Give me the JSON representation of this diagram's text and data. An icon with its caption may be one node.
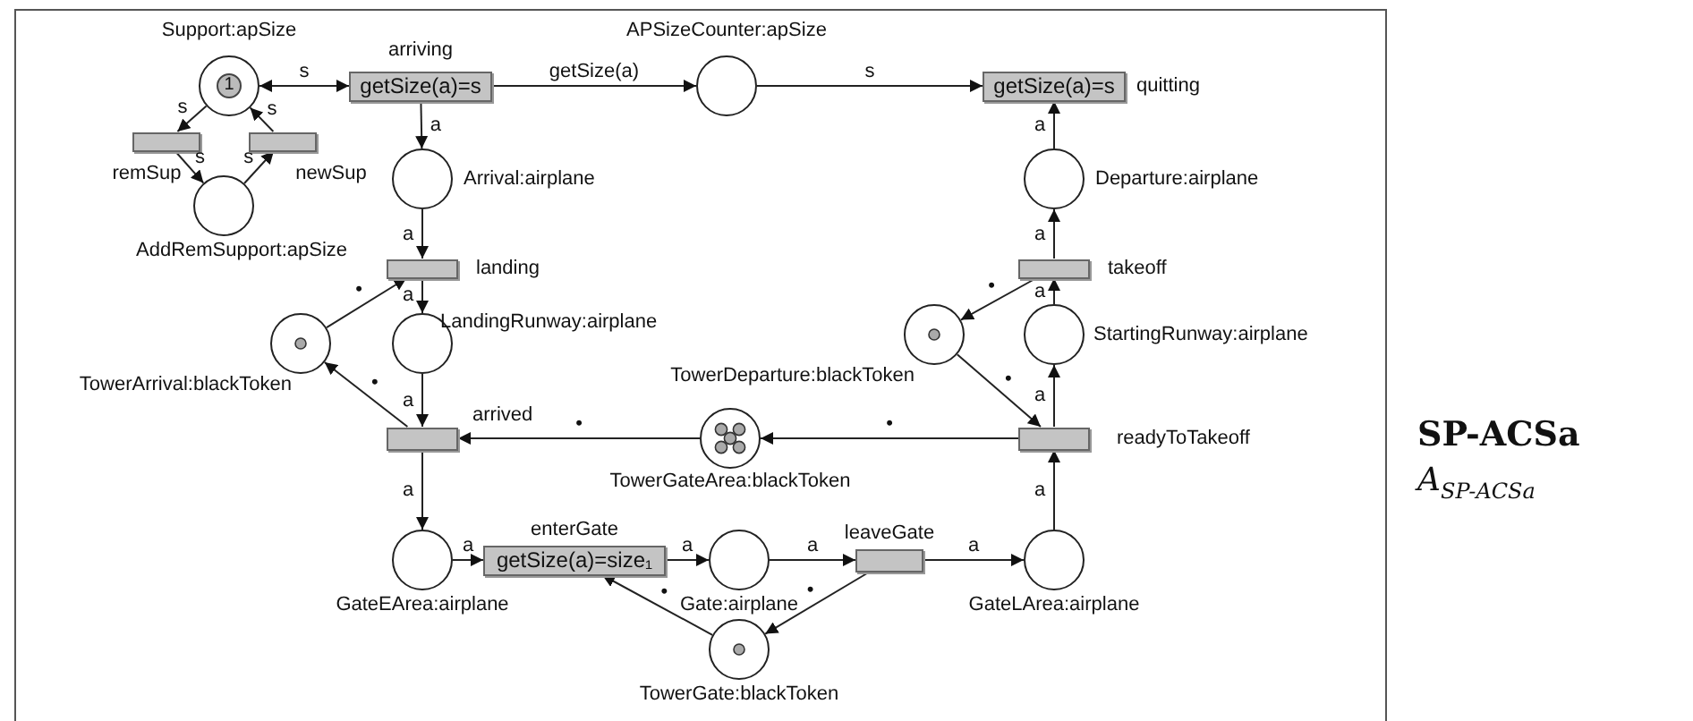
{
  "diagram": {
    "nodes": [
      {
        "text": [
          "1"
        ],
        "beside": [
          "Support:apSize"
        ]
      },
      {
        "text": [
          "getSize(a)=s"
        ],
        "beside": [
          "arriving"
        ]
      },
      {
        "text": [],
        "shape": "circle",
        "beside": [
          "APSizeCounter:apSize"
        ]
      },
      {
        "text": [
          "getSize(a)=s"
        ],
        "beside": [
          "quitting"
        ]
      },
      {
        "text": [],
        "shape": "bar",
        "beside": [
          "remSup"
        ]
      },
      {
        "text": [],
        "shape": "bar",
        "beside": [
          "newSup"
        ]
      },
      {
        "text": [],
        "shape": "circle",
        "beside": [
          "AddRemSupport:apSize"
        ]
      },
      {
        "text": [],
        "shape": "circle",
        "beside": [
          "Arrival:airplane"
        ]
      },
      {
        "text": [],
        "shape": "circle",
        "beside": [
          "Departure:airplane"
        ]
      },
      {
        "text": [],
        "shape": "bar",
        "beside": [
          "landing"
        ]
      },
      {
        "text": [],
        "shape": "bar",
        "beside": [
          "takeoff"
        ]
      },
      {
        "text": [],
        "shape": "circle",
        "beside": [
          "TowerArrival:blackToken"
        ]
      },
      {
        "text": [],
        "shape": "circle",
        "beside": [
          "LandingRunway:airplane"
        ]
      },
      {
        "text": [],
        "shape": "circle",
        "beside": [
          "TowerDeparture:blackToken"
        ]
      },
      {
        "text": [],
        "shape": "circle",
        "beside": [
          "StartingRunway:airplane"
        ]
      },
      {
        "text": [],
        "shape": "bar",
        "beside": [
          "arrived"
        ]
      },
      {
        "text": [],
        "shape": "circle",
        "beside": [
          "TowerGateArea:blackToken"
        ]
      },
      {
        "text": [],
        "shape": "bar",
        "beside": [
          "readyToTakeoff"
        ]
      },
      {
        "text": [],
        "shape": "circle",
        "beside": [
          "GateEArea:airplane"
        ]
      },
      {
        "text": [
          "getSize(a)=size₁"
        ],
        "beside": [
          "enterGate"
        ]
      },
      {
        "text": [],
        "shape": "circle",
        "beside": [
          "Gate:airplane"
        ]
      },
      {
        "text": [],
        "shape": "bar",
        "beside": [
          "leaveGate"
        ]
      },
      {
        "text": [],
        "shape": "circle",
        "beside": [
          "GateLArea:airplane"
        ]
      },
      {
        "text": [],
        "shape": "circle",
        "beside": [
          "TowerGate:blackToken"
        ]
      }
    ],
    "edges": [
      {
        "from": 0,
        "to": 1,
        "arrow": "both",
        "label": "s"
      },
      {
        "from": 0,
        "to": 4,
        "arrow": "to",
        "label": "s"
      },
      {
        "from": 4,
        "to": 6,
        "arrow": "to",
        "label": "s"
      },
      {
        "from": 6,
        "to": 5,
        "arrow": "to",
        "label": "s"
      },
      {
        "from": 5,
        "to": 0,
        "arrow": "to",
        "label": "s"
      },
      {
        "from": 1,
        "to": 2,
        "arrow": "to",
        "label": "getSize(a)"
      },
      {
        "from": 2,
        "to": 3,
        "arrow": "to",
        "label": "s"
      },
      {
        "from": 1,
        "to": 7,
        "arrow": "to",
        "label": "a"
      },
      {
        "from": 7,
        "to": 9,
        "arrow": "to",
        "label": "a"
      },
      {
        "from": 11,
        "to": 9,
        "arrow": "to",
        "label": "•"
      },
      {
        "from": 9,
        "to": 12,
        "arrow": "to",
        "label": "a"
      },
      {
        "from": 12,
        "to": 15,
        "arrow": "to",
        "label": "a"
      },
      {
        "from": 15,
        "to": 11,
        "arrow": "to",
        "label": "•"
      },
      {
        "from": 16,
        "to": 15,
        "arrow": "to",
        "label": "•"
      },
      {
        "from": 15,
        "to": 18,
        "arrow": "to",
        "label": "a"
      },
      {
        "from": 18,
        "to": 19,
        "arrow": "to",
        "label": "a"
      },
      {
        "from": 19,
        "to": 20,
        "arrow": "to",
        "label": "a"
      },
      {
        "from": 23,
        "to": 19,
        "arrow": "to",
        "label": "•"
      },
      {
        "from": 20,
        "to": 21,
        "arrow": "to",
        "label": "a"
      },
      {
        "from": 21,
        "to": 23,
        "arrow": "to",
        "label": "•"
      },
      {
        "from": 21,
        "to": 22,
        "arrow": "to",
        "label": "a"
      },
      {
        "from": 22,
        "to": 17,
        "arrow": "to",
        "label": "a"
      },
      {
        "from": 17,
        "to": 16,
        "arrow": "to",
        "label": "•"
      },
      {
        "from": 13,
        "to": 17,
        "arrow": "to",
        "label": "•"
      },
      {
        "from": 17,
        "to": 14,
        "arrow": "to",
        "label": "a"
      },
      {
        "from": 14,
        "to": 10,
        "arrow": "to",
        "label": "a"
      },
      {
        "from": 10,
        "to": 13,
        "arrow": "to",
        "label": "•"
      },
      {
        "from": 10,
        "to": 8,
        "arrow": "to",
        "label": "a"
      },
      {
        "from": 8,
        "to": 3,
        "arrow": "to",
        "label": "a"
      }
    ],
    "labels": [
      "SP-ACSa",
      "A$_{SP-ACSa}$"
    ]
  }
}
